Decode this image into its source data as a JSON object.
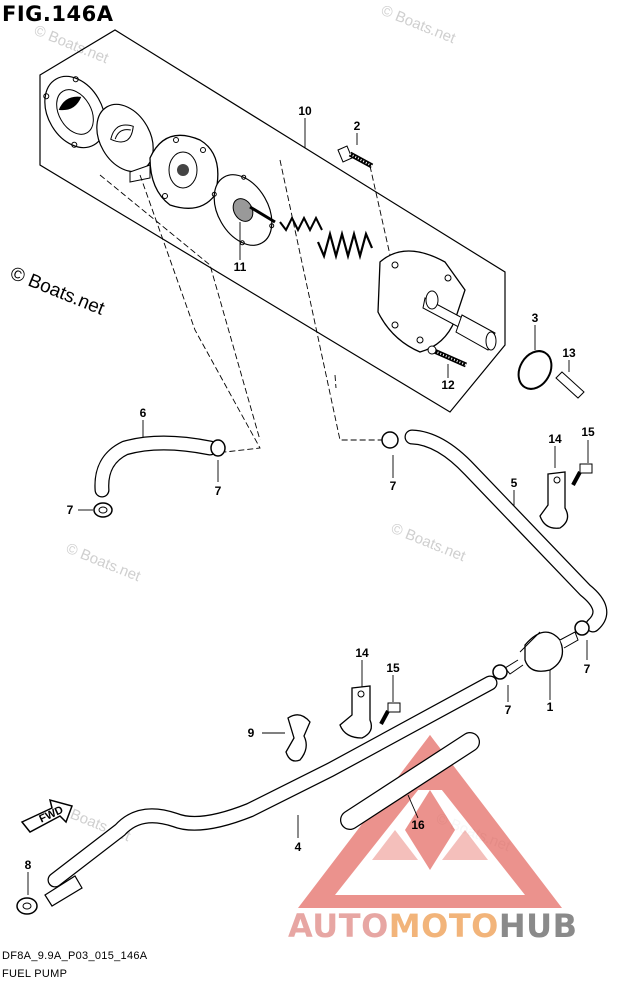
{
  "figure": {
    "title": "FIG.146A",
    "copyright": "© Boats.net",
    "watermark_text": "© Boats.net",
    "code": "DF8A_9.9A_P03_015_146A",
    "caption": "FUEL PUMP",
    "fwd_label": "FWD"
  },
  "brand": {
    "part1": "AUTO",
    "part2": "MOTO",
    "part3": "HUB",
    "colors": {
      "part1": "#e7a6a3",
      "part2": "#f2b47a",
      "part3": "#8a8a8a",
      "logo": "#e8807a"
    }
  },
  "callouts": [
    {
      "label": "10"
    },
    {
      "label": "2"
    },
    {
      "label": "11"
    },
    {
      "label": "3"
    },
    {
      "label": "13"
    },
    {
      "label": "12"
    },
    {
      "label": "6"
    },
    {
      "label": "7"
    },
    {
      "label": "7"
    },
    {
      "label": "7"
    },
    {
      "label": "14"
    },
    {
      "label": "15"
    },
    {
      "label": "5"
    },
    {
      "label": "14"
    },
    {
      "label": "15"
    },
    {
      "label": "9"
    },
    {
      "label": "1"
    },
    {
      "label": "7"
    },
    {
      "label": "7"
    },
    {
      "label": "16"
    },
    {
      "label": "4"
    },
    {
      "label": "8"
    }
  ]
}
